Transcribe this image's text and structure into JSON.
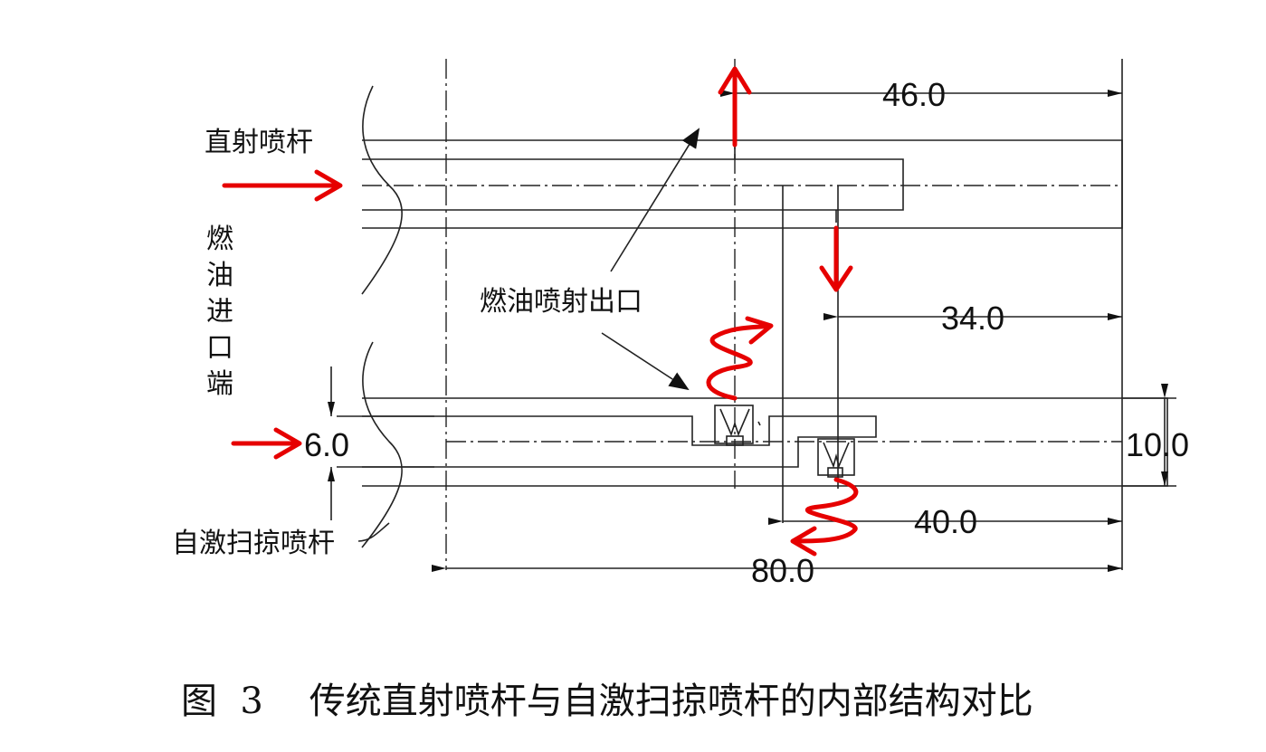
{
  "labels": {
    "direct_bar": "直射喷杆",
    "fuel_inlet_end": [
      "燃",
      "油",
      "进",
      "口",
      "端"
    ],
    "fuel_outlet": "燃油喷射出口",
    "sweeping_bar": "自激扫掠喷杆"
  },
  "dimensions": {
    "d46": "46.0",
    "d34": "34.0",
    "d6": "6.0",
    "d10": "10.0",
    "d40": "40.0",
    "d80": "80.0"
  },
  "caption": "图  3    传统直射喷杆与自激扫掠喷杆的内部结构对比",
  "colors": {
    "flow_arrow": "#e60000",
    "lines": "#222222"
  }
}
